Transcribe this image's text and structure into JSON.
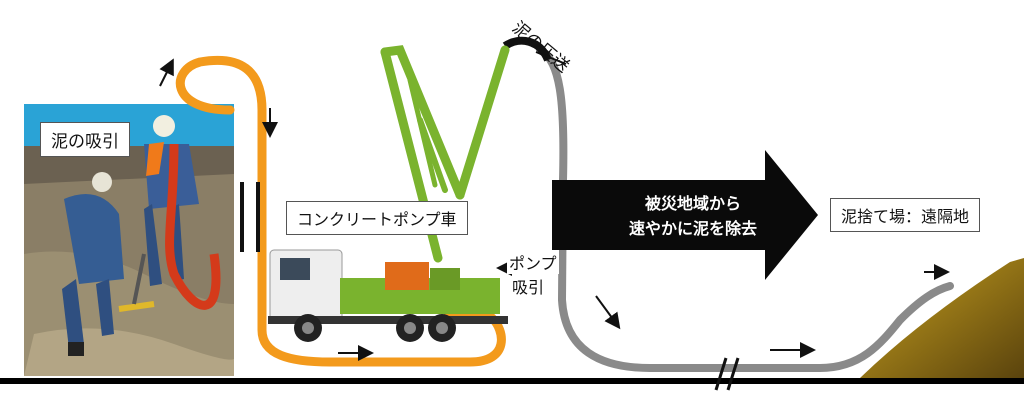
{
  "labels": {
    "mud_suction": "泥の吸引",
    "mud_pumping": "泥の圧送",
    "pump_truck": "コンクリートポンプ車",
    "pump_suction_line1": "ポンプ",
    "pump_suction_line2": "吸引",
    "arrow_text_line1": "被災地域から",
    "arrow_text_line2": "速やかに泥を除去",
    "dump_site": "泥捨て場：遠隔地"
  },
  "colors": {
    "suction_hose": "#f39a1c",
    "pressure_hose": "#8a8a8a",
    "boom": "#7ab32e",
    "truck_cab": "#f2f2f2",
    "big_arrow": "#0a0a0a",
    "ground": "#000000",
    "mud_pile": "#8a6a12"
  },
  "icons": {
    "arrow_small": "small-arrow-icon",
    "break_mark": "pipe-break-icon"
  }
}
